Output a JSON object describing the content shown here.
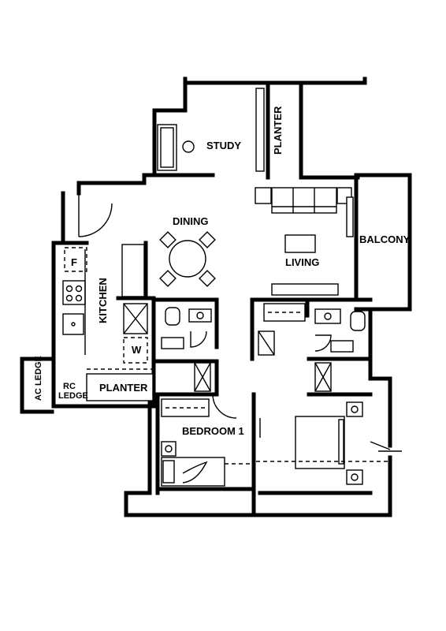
{
  "rooms": {
    "study": "STUDY",
    "planter_top": "PLANTER",
    "dining": "DINING",
    "living": "LIVING",
    "balcony": "BALCONY",
    "kitchen": "KITCHEN",
    "fridge": "F",
    "washer": "W",
    "ac_ledge": "AC LEDGE",
    "rc_ledge_line1": "RC",
    "rc_ledge_line2": "LEDGE",
    "planter_bottom": "PLANTER",
    "bedroom1": "BEDROOM 1"
  }
}
